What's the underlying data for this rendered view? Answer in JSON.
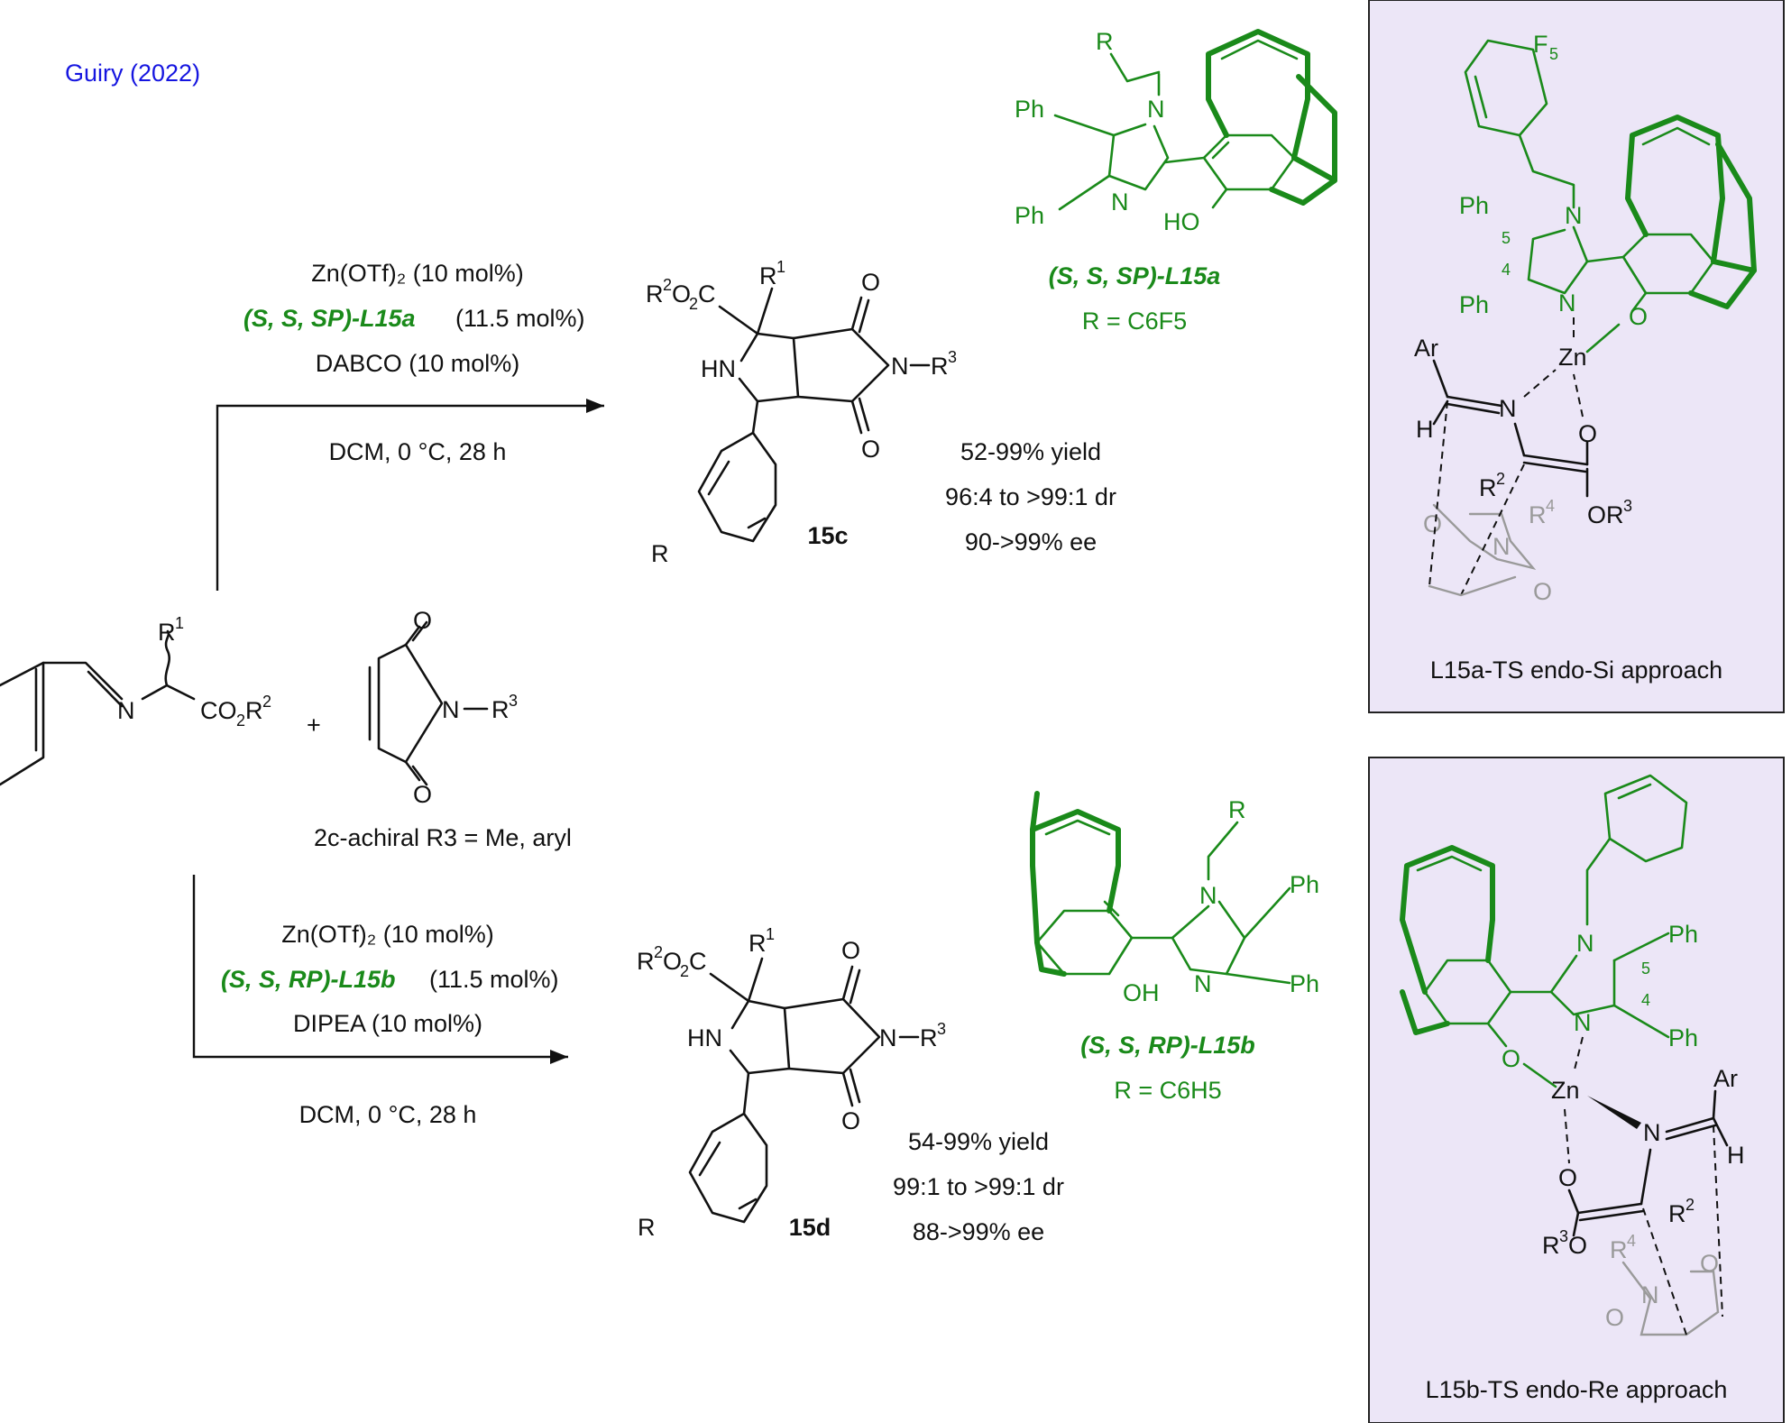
{
  "citation": "Guiry (2022)",
  "top_conditions": {
    "line1": "Zn(OTf)₂ (10 mol%)",
    "ligand": "(S, S, SP)-L15a",
    "ligand_loading": "(11.5 mol%)",
    "base": "DABCO (10 mol%)",
    "solvent": "DCM, 0 °C, 28 h"
  },
  "bottom_conditions": {
    "line1": "Zn(OTf)₂ (10 mol%)",
    "ligand": "(S, S, RP)-L15b",
    "ligand_loading": "(11.5 mol%)",
    "base": "DIPEA (10 mol%)",
    "solvent": "DCM, 0 °C, 28 h"
  },
  "product_top": {
    "label": "15c",
    "yield": "52-99% yield",
    "dr": "96:4 to >99:1 dr",
    "ee": "90->99% ee"
  },
  "product_bottom": {
    "label": "15d",
    "yield": "54-99% yield",
    "dr": "99:1 to >99:1 dr",
    "ee": "88->99% ee"
  },
  "ligand_top": {
    "name": "(S, S, SP)-L15a",
    "r_def": "R = C6F5"
  },
  "ligand_bottom": {
    "name": "(S, S, RP)-L15b",
    "r_def": "R = C6H5"
  },
  "dipolarophile_note": "2c-achiral R3 = Me, aryl",
  "ts_top_caption": "L15a-TS endo-Si approach",
  "ts_bottom_caption": "L15b-TS endo-Re approach",
  "colors": {
    "ligand_green": "#1a8a1a",
    "panel_lavender": "#ece6f7",
    "citation_blue": "#1515e0"
  }
}
